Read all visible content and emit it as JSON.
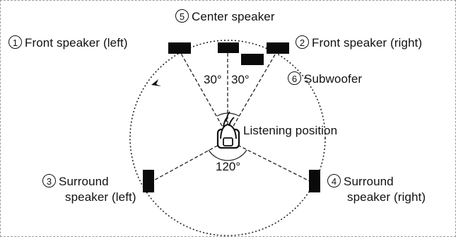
{
  "speakers": {
    "front_left": {
      "number": "1",
      "label": "Front speaker (left)"
    },
    "center": {
      "number": "5",
      "label": "Center speaker"
    },
    "front_right": {
      "number": "2",
      "label": "Front speaker (right)"
    },
    "subwoofer": {
      "number": "6",
      "label": "Subwoofer"
    },
    "surround_left": {
      "number": "3",
      "label_line1": "Surround",
      "label_line2": "speaker (left)"
    },
    "surround_right": {
      "number": "4",
      "label_line1": "Surround",
      "label_line2": "speaker (right)"
    }
  },
  "listening_position": "Listening position",
  "angles": {
    "front_left": "30°",
    "front_right": "30°",
    "rear": "120°"
  }
}
